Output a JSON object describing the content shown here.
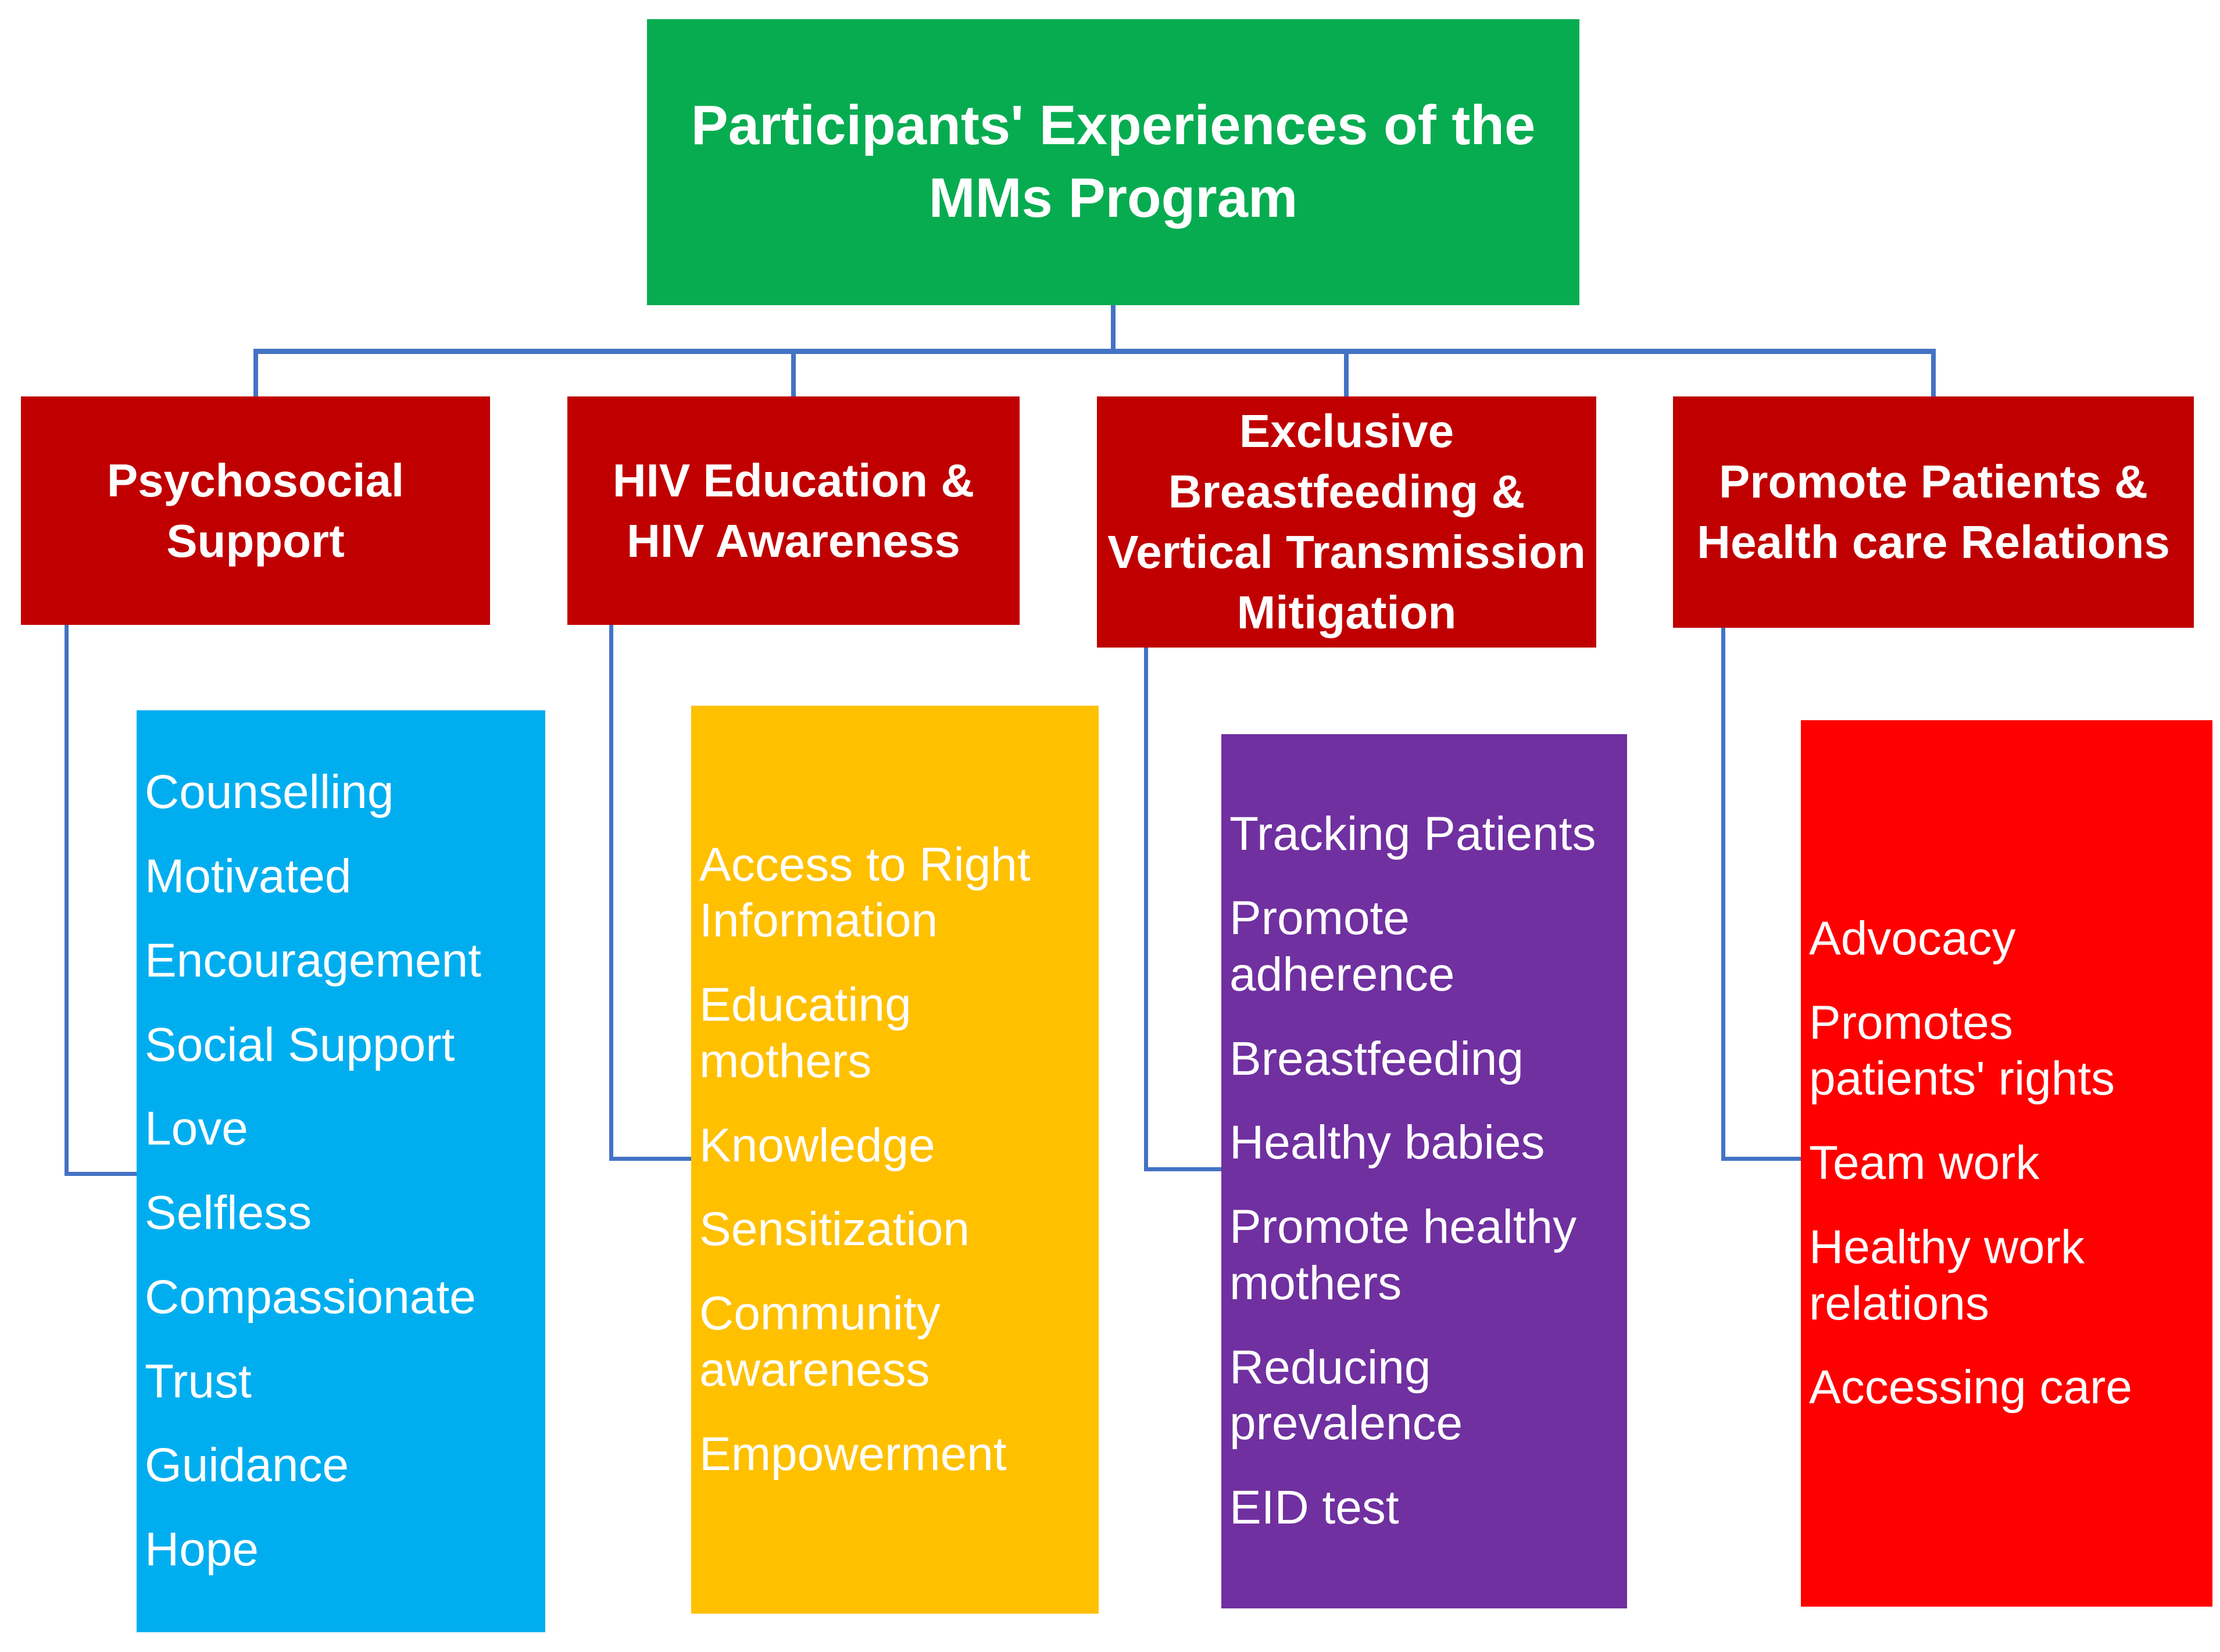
{
  "root": {
    "label": "Participants' Experiences of the\nMMs Program"
  },
  "branches": [
    {
      "id": "psychosocial-support",
      "header": "Psychosocial\nSupport",
      "items": [
        "Counselling",
        "Motivated",
        "Encouragement",
        "Social Support",
        "Love",
        "Selfless",
        "Compassionate",
        "Trust",
        "Guidance",
        "Hope"
      ]
    },
    {
      "id": "hiv-education-awareness",
      "header": "HIV Education &\nHIV Awareness",
      "items": [
        "Access to Right\nInformation",
        "Educating\nmothers",
        "Knowledge",
        "Sensitization",
        "Community\nawareness",
        "Empowerment"
      ]
    },
    {
      "id": "breastfeeding-transmission-mitigation",
      "header": "Exclusive\nBreastfeeding &\nVertical Transmission\nMitigation",
      "items": [
        "Tracking Patients",
        "Promote\nadherence",
        "Breastfeeding",
        "Healthy babies",
        "Promote healthy\nmothers",
        "Reducing\nprevalence",
        "EID test"
      ]
    },
    {
      "id": "patients-healthcare-relations",
      "header": "Promote Patients &\nHealth care Relations",
      "items": [
        "Advocacy",
        "Promotes\npatients' rights",
        "Team work",
        "Healthy work\nrelations",
        "Accessing care"
      ]
    }
  ],
  "colors": {
    "root_bg": "#07AC51",
    "branch_header_bg": "#C00000",
    "list_bg_psychosocial": "#00AEEF",
    "list_bg_hiv_education": "#FFC000",
    "list_bg_breastfeeding": "#7030A0",
    "list_bg_patients_relations": "#FF0000",
    "connector": "#4472C4",
    "text": "#FFFFFF"
  }
}
